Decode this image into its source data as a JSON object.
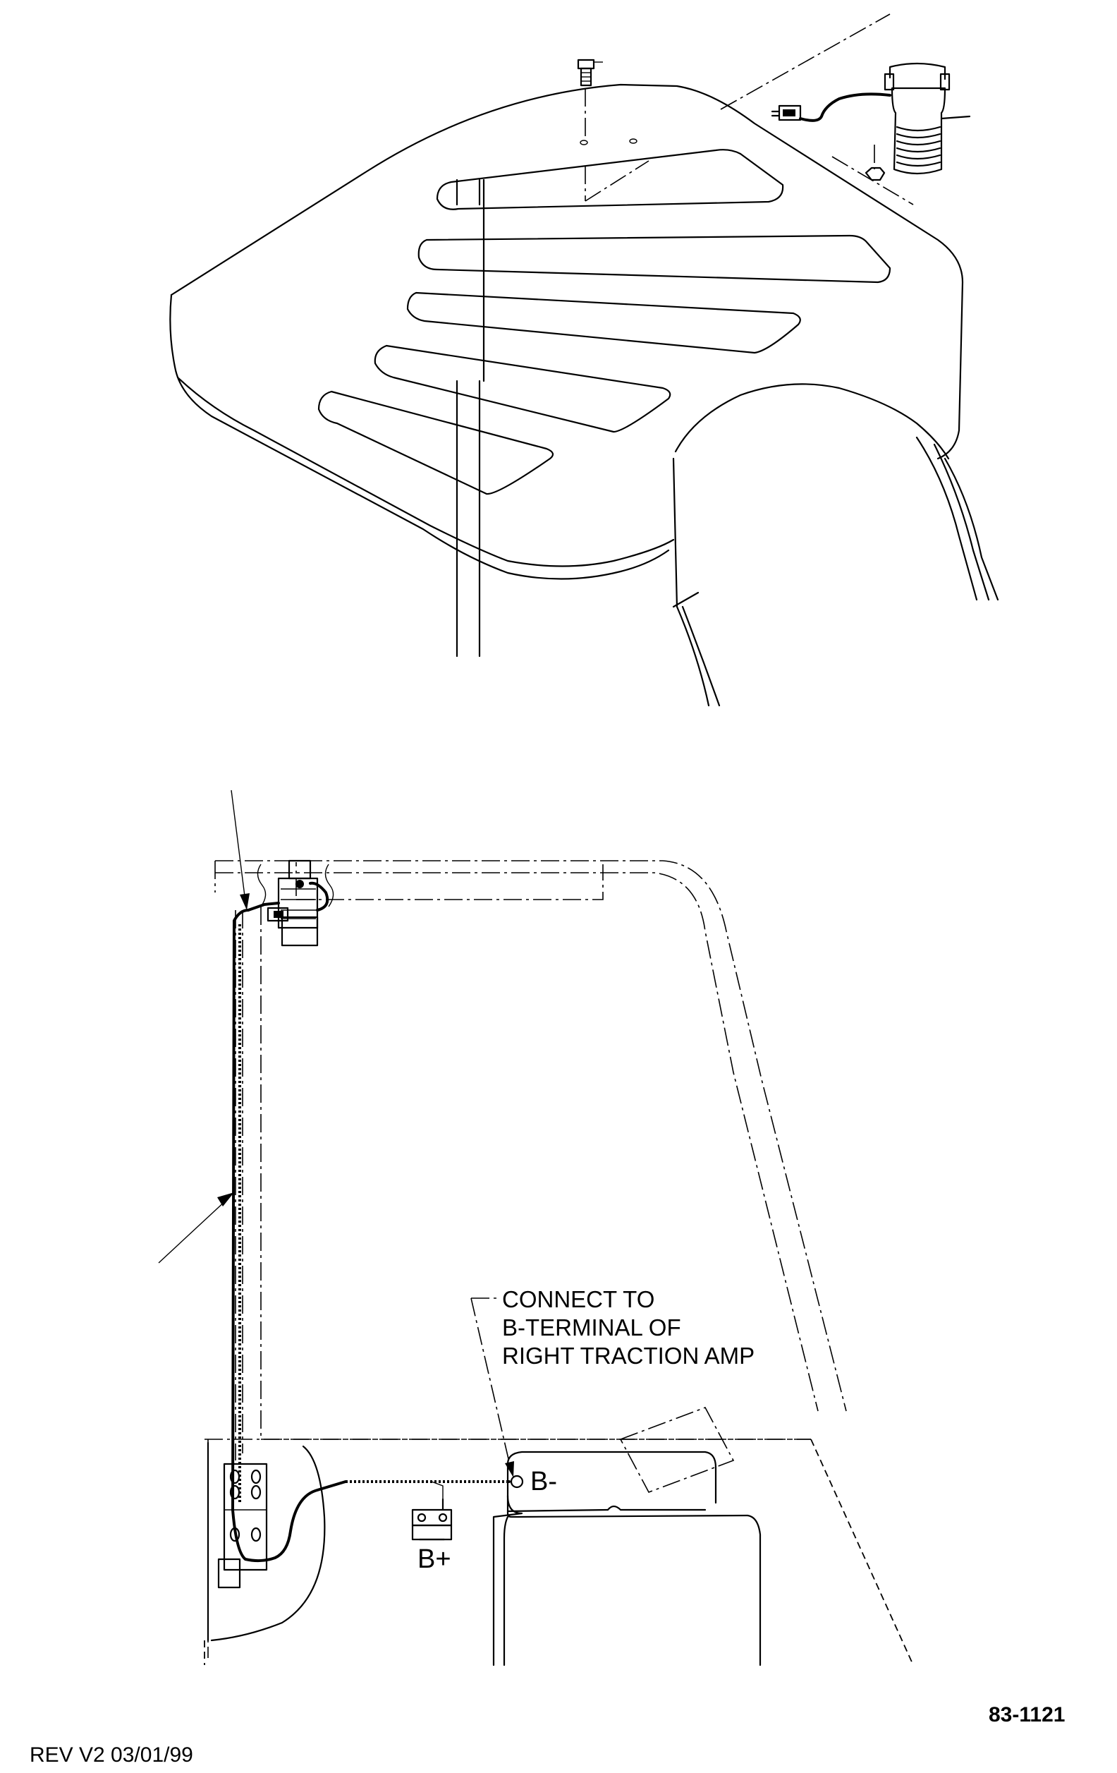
{
  "callout": {
    "lines": [
      "CONNECT TO",
      "B-TERMINAL OF",
      "RIGHT TRACTION AMP"
    ]
  },
  "terminals": {
    "negative": "B-",
    "positive": "B+"
  },
  "footer": {
    "revision": "REV V2 03/01/99",
    "drawing_number": "83-1121"
  }
}
